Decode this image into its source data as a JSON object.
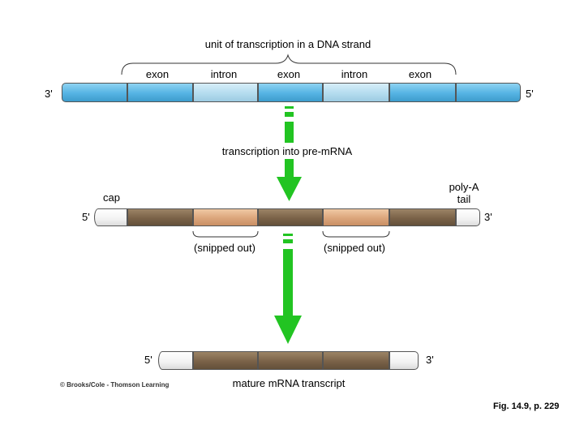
{
  "dna": {
    "title": "unit of transcription in a DNA strand",
    "segments": [
      "exon",
      "intron",
      "exon",
      "intron",
      "exon"
    ],
    "left_end": "3'",
    "right_end": "5'"
  },
  "step1": {
    "label": "transcription into pre-mRNA"
  },
  "pre_mrna": {
    "cap": "cap",
    "polya": "poly-A\ntail",
    "left_end": "5'",
    "right_end": "3'",
    "snipped": [
      "(snipped out)",
      "(snipped out)"
    ]
  },
  "mature": {
    "left_end": "5'",
    "right_end": "3'",
    "label": "mature mRNA transcript"
  },
  "credit": "© Brooks/Cole - Thomson Learning",
  "figure": "Fig. 14.9, p. 229",
  "colors": {
    "dna_exon": "#55b3e3",
    "dna_intron": "#b4dcef",
    "rna_exon": "#7a6248",
    "rna_intron": "#dba57b",
    "arrow": "#22c422"
  }
}
